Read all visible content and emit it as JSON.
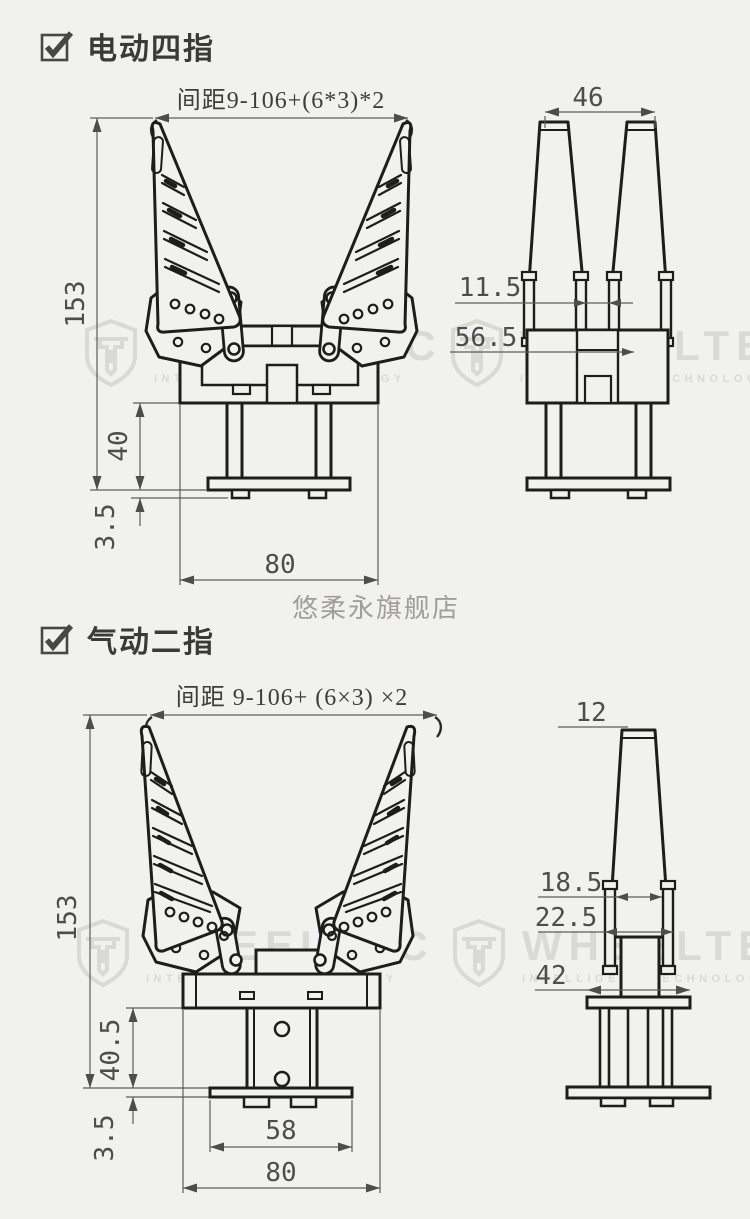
{
  "page": {
    "background": "#f1f1ef",
    "line_color": "#1d1d1d",
    "dim_color": "#4d4d4d"
  },
  "watermark": {
    "brand": "WHEELTEC",
    "subtitle": "INTELLIGENT TECHNOLOGY",
    "store": "悠柔永旗舰店"
  },
  "sections": [
    {
      "title": "电动四指",
      "checkbox": "checked",
      "front": {
        "spacing": "间距9-106+(6*3)*2",
        "height": "153",
        "mount": "40",
        "plate": "3.5",
        "width": "80"
      },
      "side": {
        "width": "46",
        "gap": "11.5",
        "body": "56.5"
      }
    },
    {
      "title": "气动二指",
      "checkbox": "checked",
      "front": {
        "spacing": "间距 9-106+ (6×3) ×2",
        "height": "153",
        "mount": "40.5",
        "plate": "3.5",
        "inner": "58",
        "width": "80"
      },
      "side": {
        "tip": "12",
        "finger": "18.5",
        "rail": "22.5",
        "flange": "42"
      }
    }
  ]
}
